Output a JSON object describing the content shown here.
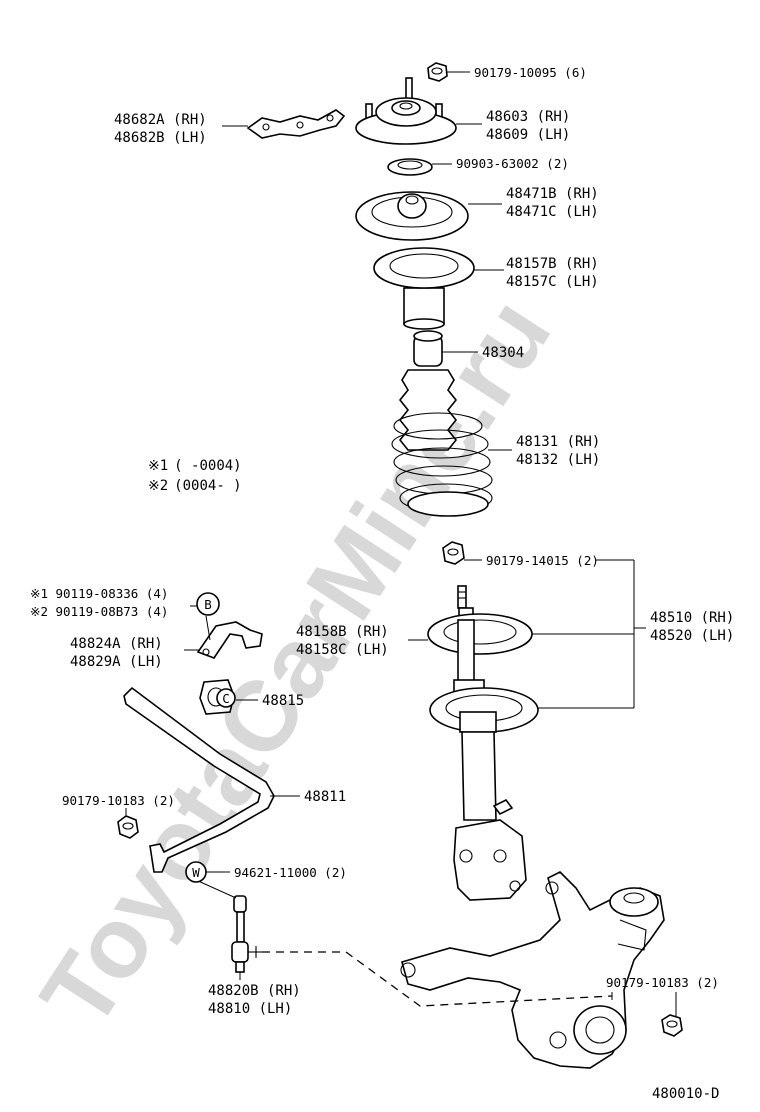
{
  "watermark": "ToyotaCarMine.ru",
  "diagram_code": "480010-D",
  "notes": [
    {
      "mark": "※1",
      "range": "(         -0004)"
    },
    {
      "mark": "※2",
      "range": "(0004-         )"
    }
  ],
  "callouts": {
    "c_b": "B",
    "c_c": "C",
    "c_w": "W"
  },
  "labels": {
    "p_90179_10095": "90179-10095 (6)",
    "p_48682": [
      "48682A (RH)",
      "48682B (LH)"
    ],
    "p_48603": [
      "48603 (RH)",
      "48609 (LH)"
    ],
    "p_90903": "90903-63002 (2)",
    "p_48471": [
      "48471B (RH)",
      "48471C (LH)"
    ],
    "p_48157": [
      "48157B (RH)",
      "48157C (LH)"
    ],
    "p_48304": "48304",
    "p_48131": [
      "48131 (RH)",
      "48132 (LH)"
    ],
    "p_90179_14015": "90179-14015 (2)",
    "p_90119": [
      "※1 90119-08336 (4)",
      "※2 90119-08B73 (4)"
    ],
    "p_48824": [
      "48824A (RH)",
      "48829A (LH)"
    ],
    "p_48158": [
      "48158B (RH)",
      "48158C (LH)"
    ],
    "p_48510": [
      "48510 (RH)",
      "48520 (LH)"
    ],
    "p_48815": "48815",
    "p_48811": "48811",
    "p_90179_10183_l": "90179-10183 (2)",
    "p_94621": "94621-11000 (2)",
    "p_48820": [
      "48820B (RH)",
      "48810  (LH)"
    ],
    "p_90179_10183_r": "90179-10183 (2)"
  }
}
